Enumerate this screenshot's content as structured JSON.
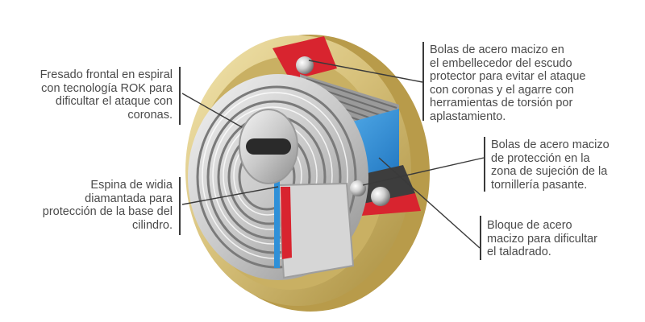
{
  "callouts": [
    {
      "id": "frontal",
      "text": "Fresado frontal en espiral\ncon tecnología ROK para\ndificultar el ataque con\ncoronas."
    },
    {
      "id": "widia",
      "text": "Espina de widia\ndiamantada para\nprotección de la base del\ncilindro."
    },
    {
      "id": "embellecedor",
      "text": "Bolas de acero macizo en\nel embellecedor del escudo\nprotector para evitar el ataque\ncon coronas y el agarre con\nherramientas de torsión por\naplastamiento."
    },
    {
      "id": "sujecion",
      "text": "Bolas de acero macizo\nde protección en la\nzona de sujeción de la\ntornillería pasante."
    },
    {
      "id": "bloque",
      "text": "Bloque de acero\nmacizo para dificultar\nel taladrado."
    }
  ],
  "colors": {
    "brass": "#d8c27c",
    "cutaway_red": "#d8242f",
    "steel_block": "#2f90d8",
    "line": "#3a3a3a",
    "text": "#4a4a4a"
  }
}
